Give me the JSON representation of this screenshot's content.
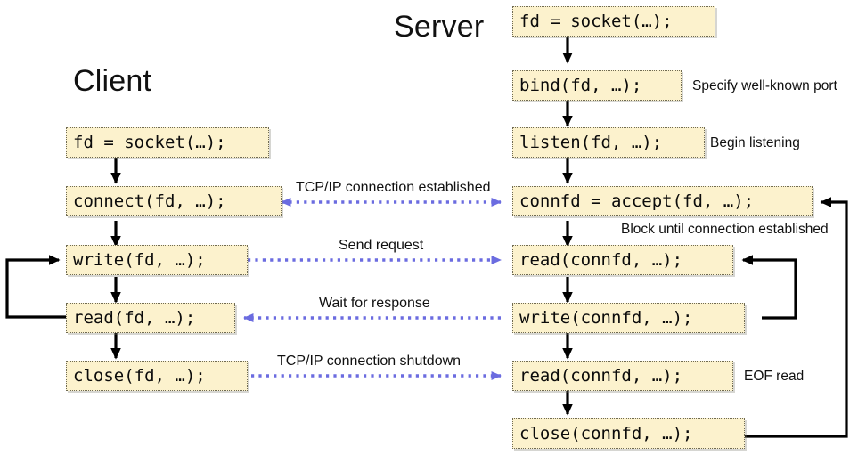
{
  "columns": {
    "client": {
      "title": "Client"
    },
    "server": {
      "title": "Server"
    }
  },
  "client_steps": [
    {
      "id": "client-socket",
      "code": "fd = socket(…);"
    },
    {
      "id": "client-connect",
      "code": "connect(fd, …);"
    },
    {
      "id": "client-write",
      "code": "write(fd, …);"
    },
    {
      "id": "client-read",
      "code": "read(fd, …);"
    },
    {
      "id": "client-close",
      "code": "close(fd, …);"
    }
  ],
  "server_steps": [
    {
      "id": "server-socket",
      "code": "fd = socket(…);",
      "note": ""
    },
    {
      "id": "server-bind",
      "code": "bind(fd, …);",
      "note": "Specify well-known port"
    },
    {
      "id": "server-listen",
      "code": "listen(fd, …);",
      "note": "Begin listening"
    },
    {
      "id": "server-accept",
      "code": "connfd = accept(fd, …);",
      "note": "Block until connection established"
    },
    {
      "id": "server-read-1",
      "code": "read(connfd, …);",
      "note": ""
    },
    {
      "id": "server-write",
      "code": "write(connfd, …);",
      "note": ""
    },
    {
      "id": "server-read-2",
      "code": "read(connfd, …);",
      "note": "EOF read"
    },
    {
      "id": "server-close",
      "code": "close(connfd, …);",
      "note": ""
    }
  ],
  "messages": [
    {
      "id": "msg-established",
      "label": "TCP/IP connection established",
      "direction": "both"
    },
    {
      "id": "msg-request",
      "label": "Send request",
      "direction": "right"
    },
    {
      "id": "msg-response",
      "label": "Wait for response",
      "direction": "left"
    },
    {
      "id": "msg-shutdown",
      "label": "TCP/IP connection shutdown",
      "direction": "right"
    }
  ],
  "colors": {
    "box_fill": "#fcf2cd",
    "box_border": "#6f6a52",
    "message_arrow": "#6b6ce0",
    "flow_arrow": "#000000",
    "text": "#101010",
    "background": "#ffffff"
  }
}
